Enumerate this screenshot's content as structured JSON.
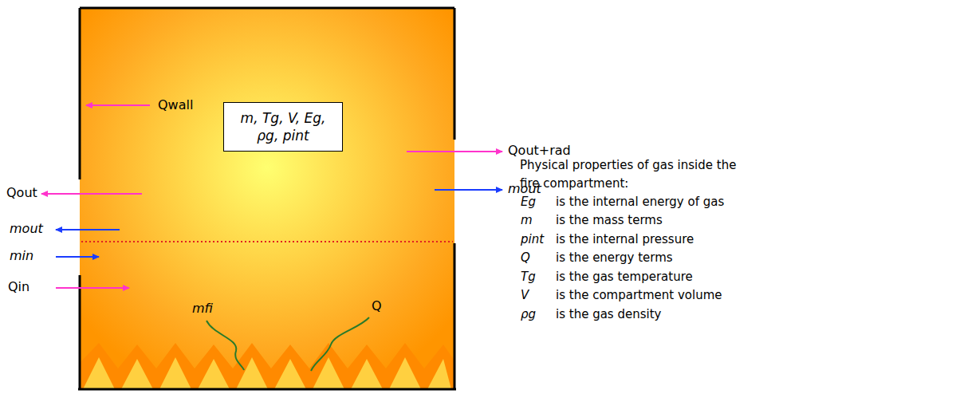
{
  "diagram": {
    "nodes": [
      {
        "text": [
          "m, Tg, V, Eg, ρg, pint"
        ]
      }
    ],
    "labels": [
      "Qwall",
      "Qout",
      "mout",
      "min",
      "Qin",
      "mfi",
      "Q",
      "Qout+rad",
      "mout",
      "Physical properties of gas inside the fire compartment:",
      "Eg",
      "is the internal energy of gas",
      "m",
      "is the mass terms",
      "pint",
      "is the internal pressure",
      "Q",
      "is the energy terms",
      "Tg",
      "is the gas temperature",
      "V",
      "is the compartment volume",
      "ρg",
      "is the gas density"
    ]
  }
}
